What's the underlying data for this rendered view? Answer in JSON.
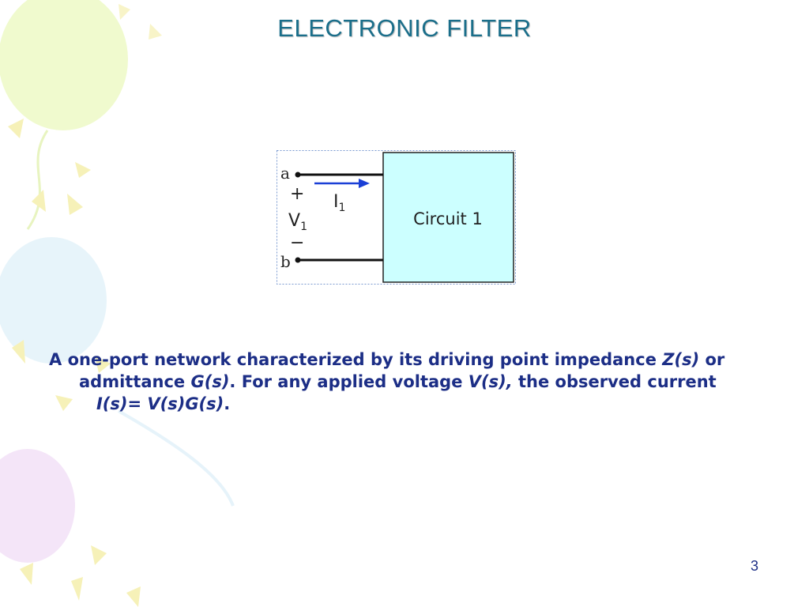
{
  "slide": {
    "title": "ELECTRONIC FILTER",
    "page_number": "3"
  },
  "diagram": {
    "terminal_a": "a",
    "terminal_b": "b",
    "plus": "+",
    "minus": "−",
    "voltage_label": "V",
    "voltage_sub": "1",
    "current_label": "I",
    "current_sub": "1",
    "box_label": "Circuit 1",
    "box_fill": "#ccffff",
    "arrow_color": "#1a3fd6"
  },
  "body": {
    "t1": "A one-port network characterized by its driving point impedance ",
    "z": "Z(s)",
    "t2": " or admittance ",
    "g": "G(s)",
    "t3": ". For any applied voltage ",
    "v": "V(s),",
    "t4": " the observed current ",
    "i": "I(s)",
    "t5": "= ",
    "vg": "V(s)G(s)",
    "t6": "."
  }
}
